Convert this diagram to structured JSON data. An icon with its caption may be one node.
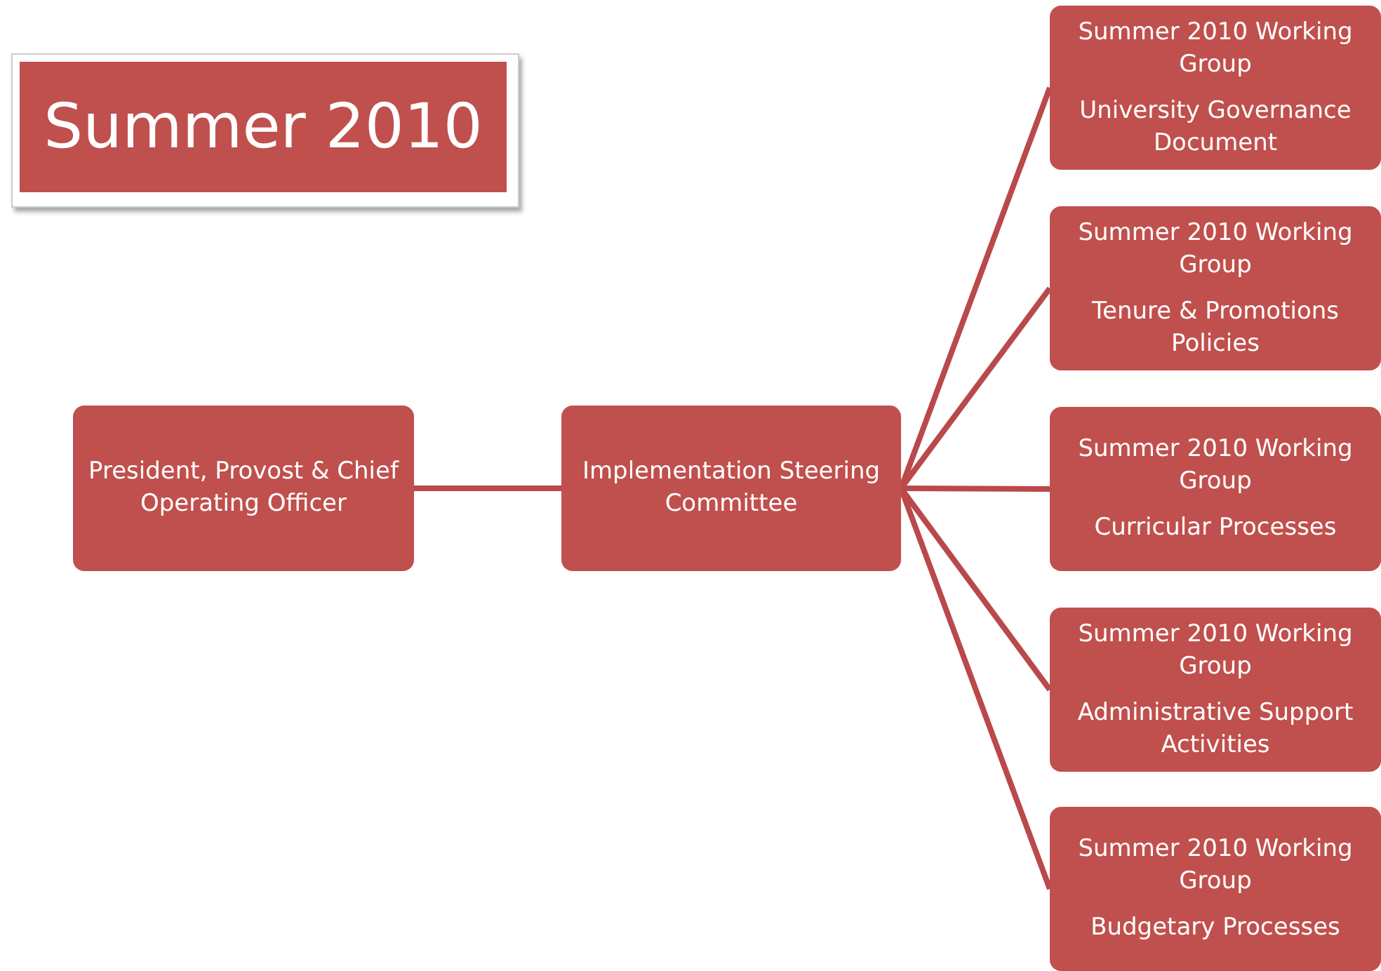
{
  "diagram": {
    "title": "Summer 2010",
    "nodes": [
      {
        "text": [
          "President, Provost & Chief Operating Officer"
        ]
      },
      {
        "text": [
          "Implementation Steering Committee"
        ]
      },
      {
        "text": [
          "Summer 2010 Working Group",
          "University Governance Document"
        ]
      },
      {
        "text": [
          "Summer 2010 Working Group",
          "Tenure & Promotions Policies"
        ]
      },
      {
        "text": [
          "Summer 2010 Working Group",
          "Curricular Processes"
        ]
      },
      {
        "text": [
          "Summer 2010 Working Group",
          "Administrative Support Activities"
        ]
      },
      {
        "text": [
          "Summer 2010 Working Group",
          "Budgetary Processes"
        ]
      }
    ],
    "edges": [
      {
        "from": 0,
        "to": 1,
        "arrow": "none"
      },
      {
        "from": 1,
        "to": 2,
        "arrow": "none"
      },
      {
        "from": 1,
        "to": 3,
        "arrow": "none"
      },
      {
        "from": 1,
        "to": 4,
        "arrow": "none"
      },
      {
        "from": 1,
        "to": 5,
        "arrow": "none"
      },
      {
        "from": 1,
        "to": 6,
        "arrow": "none"
      }
    ]
  }
}
